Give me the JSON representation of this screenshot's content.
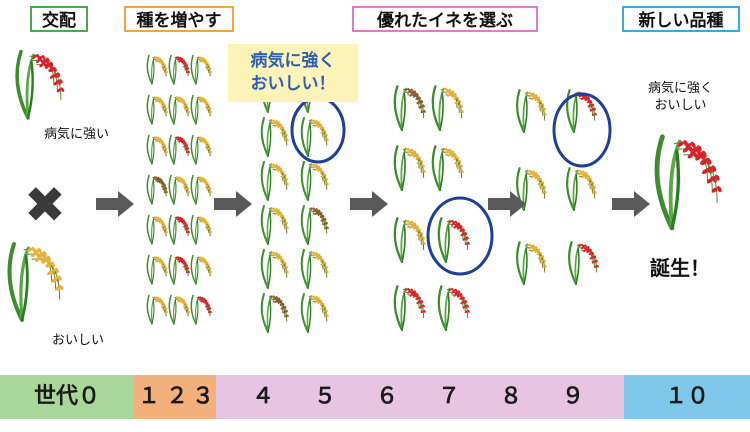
{
  "section_labels": {
    "cross": "交配",
    "increase": "種を増やす",
    "select": "優れたイネを選ぶ",
    "new_variety": "新しい品種"
  },
  "notes": {
    "disease_resistant": "病気に強い",
    "tasty": "おいしい",
    "target_line1": "病気に強く",
    "target_line2": "おいしい！",
    "new_variety_line1": "病気に強く",
    "new_variety_line2": "おいしい",
    "born": "誕生！"
  },
  "symbols": {
    "cross": "✖"
  },
  "timeline": {
    "generations": [
      "世代０",
      "１",
      "２",
      "３",
      "４",
      "５",
      "６",
      "７",
      "８",
      "９",
      "１０"
    ]
  },
  "colors": {
    "cross_border": "#4aa84f",
    "increase_border": "#f0a640",
    "select_border": "#e07bc6",
    "new_variety_border": "#3aa8d8",
    "timeline_green": "#a9d79b",
    "timeline_orange": "#f2b07d",
    "timeline_pink": "#e8c4e3",
    "timeline_blue": "#7fc8ec",
    "circle": "#1e3f9a",
    "arrow": "#5a5a5a",
    "red_grain": "#d8232a",
    "yellow_grain": "#e6b23a",
    "brown_grain": "#8a5a2a",
    "stem": "#3d8d2f"
  }
}
